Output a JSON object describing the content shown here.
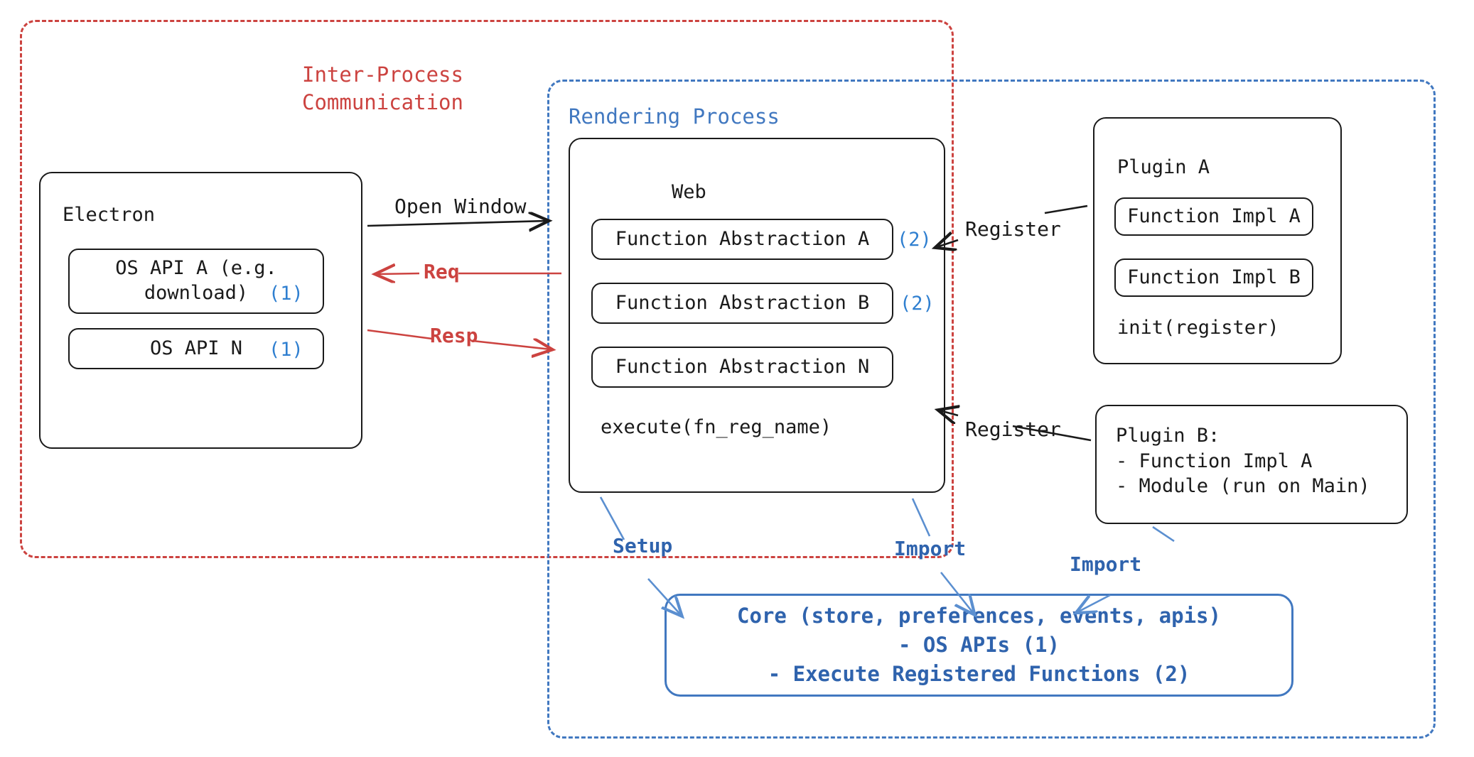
{
  "diagram": {
    "title": "Electron plugin architecture: IPC, rendering process, plugins and core",
    "colors": {
      "ipc_red": "#cc4340",
      "render_blue": "#4178c0",
      "core_blue": "#2f63ad",
      "marker_blue": "#2f7fd0",
      "ink": "#1a1a1a"
    }
  },
  "zones": [
    {
      "key": "ipc",
      "label": "Inter-Process\nCommunication",
      "color": "#cc4340",
      "style": "dashed"
    },
    {
      "key": "rendering",
      "label": "Rendering Process",
      "color": "#4178c0",
      "style": "dashed"
    }
  ],
  "nodes": {
    "electron": {
      "title": "Electron",
      "children": [
        {
          "label": "OS API A (e.g.\ndownload)",
          "marker": "(1)"
        },
        {
          "label": "OS API N",
          "marker": "(1)"
        }
      ]
    },
    "web": {
      "title": "Web",
      "children": [
        {
          "label": "Function Abstraction A",
          "marker": "(2)"
        },
        {
          "label": "Function Abstraction B",
          "marker": "(2)"
        },
        {
          "label": "Function Abstraction N",
          "marker": ""
        }
      ],
      "footer": "execute(fn_reg_name)"
    },
    "plugin_a": {
      "title": "Plugin A",
      "children": [
        {
          "label": "Function Impl A"
        },
        {
          "label": "Function Impl B"
        }
      ],
      "footer": "init(register)"
    },
    "plugin_b": {
      "text": "Plugin B:\n- Function Impl A\n- Module (run on Main)"
    },
    "core": {
      "lines": [
        "Core (store, preferences, events, apis)",
        "- OS APIs (1)",
        "- Execute Registered Functions (2)"
      ]
    }
  },
  "edges": [
    {
      "key": "open_window",
      "label": "Open Window",
      "color": "#1a1a1a"
    },
    {
      "key": "req",
      "label": "Req",
      "color": "#cc4340"
    },
    {
      "key": "resp",
      "label": "Resp",
      "color": "#cc4340"
    },
    {
      "key": "register_a",
      "label": "Register",
      "color": "#1a1a1a"
    },
    {
      "key": "register_b",
      "label": "Register",
      "color": "#1a1a1a"
    },
    {
      "key": "setup",
      "label": "Setup",
      "color": "#4178c0"
    },
    {
      "key": "import_web",
      "label": "Import",
      "color": "#4178c0"
    },
    {
      "key": "import_plugin_b",
      "label": "Import",
      "color": "#4178c0"
    }
  ]
}
